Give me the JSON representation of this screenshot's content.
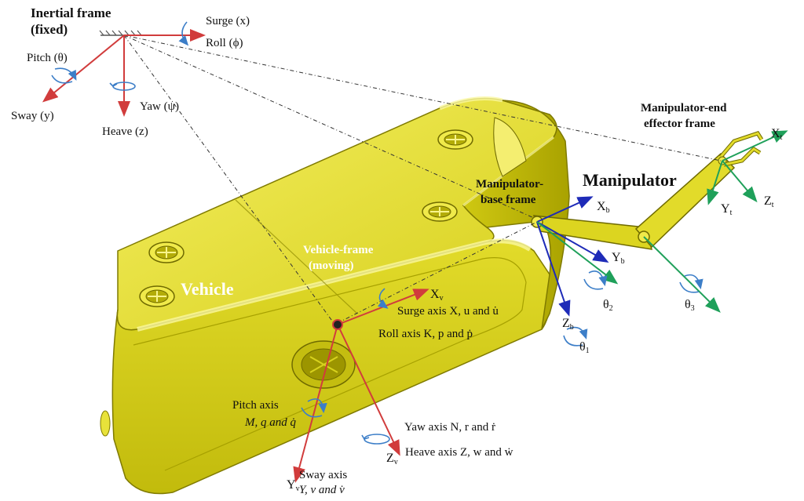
{
  "colors": {
    "body": "#D8D21E",
    "body_dark": "#8E8A00",
    "body_light": "#F6F27A",
    "inertial_axes": "#D13C3C",
    "vehicle_axes": "#D13C3C",
    "base_axes": "#1E2BB8",
    "effector_axes": "#1FA05A",
    "rotation_arrows": "#3C7EC8"
  },
  "inertial": {
    "title_line1": "Inertial frame",
    "title_line2": "(fixed)",
    "surge": "Surge (x)",
    "roll": "Roll (ϕ)",
    "pitch": "Pitch (θ)",
    "sway": "Sway (y)",
    "yaw": "Yaw (ψ)",
    "heave": "Heave (z)"
  },
  "vehicle": {
    "label": "Vehicle",
    "frame_line1": "Vehicle-frame",
    "frame_line2": "(moving)",
    "x_axis": "X",
    "x_sub": "v",
    "surge": "Surge axis X, u and u̇",
    "roll": "Roll axis K, p and ṗ",
    "pitch_line1": "Pitch axis",
    "pitch_line2": "M, q and q̇",
    "yaw": "Yaw axis N, r and ṙ",
    "heave": "Heave axis Z, w and ẇ",
    "z_axis": "Z",
    "z_sub": "v",
    "y_axis": "Y",
    "y_sub": "v",
    "sway_line1": "Sway axis",
    "sway_line2": "Y, v and v̇"
  },
  "manipulator": {
    "label": "Manipulator",
    "base_line1": "Manipulator-",
    "base_line2": "base frame",
    "x_axis": "X",
    "x_sub": "b",
    "y_axis": "Y",
    "y_sub": "b",
    "z_axis": "Z",
    "z_sub": "b",
    "theta1": "θ",
    "theta1_sub": "1",
    "theta2": "θ",
    "theta2_sub": "2",
    "theta3": "θ",
    "theta3_sub": "3",
    "end_line1": "Manipulator-end",
    "end_line2": "effector frame",
    "xt": "X",
    "xt_sub": "t",
    "yt": "Y",
    "yt_sub": "t",
    "zt": "Z",
    "zt_sub": "t"
  }
}
